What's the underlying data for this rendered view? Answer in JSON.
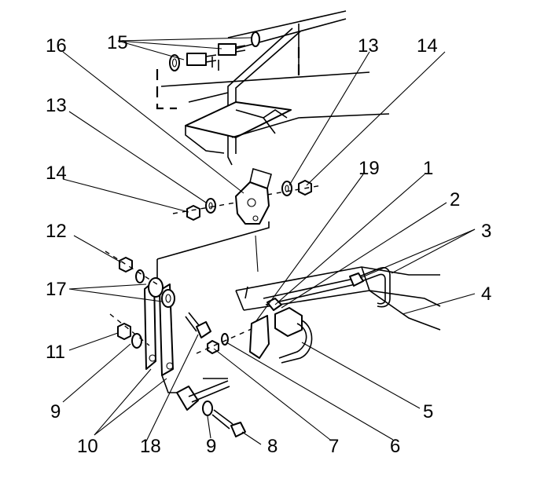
{
  "diagram": {
    "callouts": [
      {
        "id": "c1",
        "label": "1"
      },
      {
        "id": "c2",
        "label": "2"
      },
      {
        "id": "c3",
        "label": "3"
      },
      {
        "id": "c4",
        "label": "4"
      },
      {
        "id": "c5",
        "label": "5"
      },
      {
        "id": "c6",
        "label": "6"
      },
      {
        "id": "c7",
        "label": "7"
      },
      {
        "id": "c8",
        "label": "8"
      },
      {
        "id": "c9a",
        "label": "9"
      },
      {
        "id": "c9b",
        "label": "9"
      },
      {
        "id": "c10",
        "label": "10"
      },
      {
        "id": "c11",
        "label": "11"
      },
      {
        "id": "c12",
        "label": "12"
      },
      {
        "id": "c13a",
        "label": "13"
      },
      {
        "id": "c13b",
        "label": "13"
      },
      {
        "id": "c14a",
        "label": "14"
      },
      {
        "id": "c14b",
        "label": "14"
      },
      {
        "id": "c15",
        "label": "15"
      },
      {
        "id": "c16",
        "label": "16"
      },
      {
        "id": "c17",
        "label": "17"
      },
      {
        "id": "c18",
        "label": "18"
      },
      {
        "id": "c19",
        "label": "19"
      }
    ]
  }
}
